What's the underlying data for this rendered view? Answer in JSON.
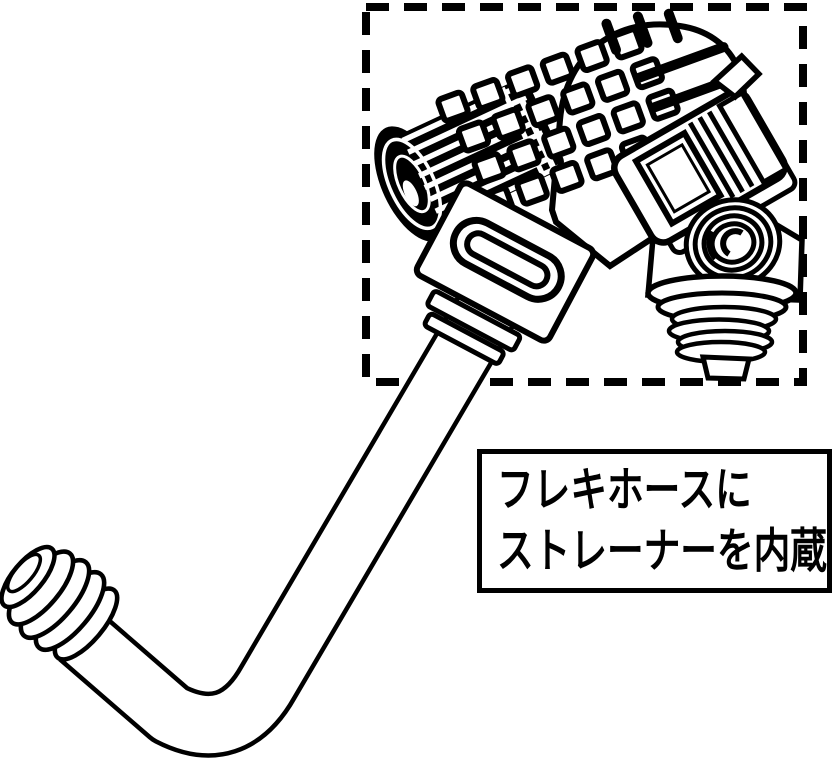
{
  "colors": {
    "background": "#ffffff",
    "line": "#000000"
  },
  "illustration": {
    "subject": "faucet-coupling-joint-with-flexible-hose",
    "style": "black-and-white technical line drawing",
    "highlight": "dashed rectangle around coupling joint"
  },
  "callout": {
    "line1": "フレキホースに",
    "line2": "ストレーナーを内蔵"
  }
}
